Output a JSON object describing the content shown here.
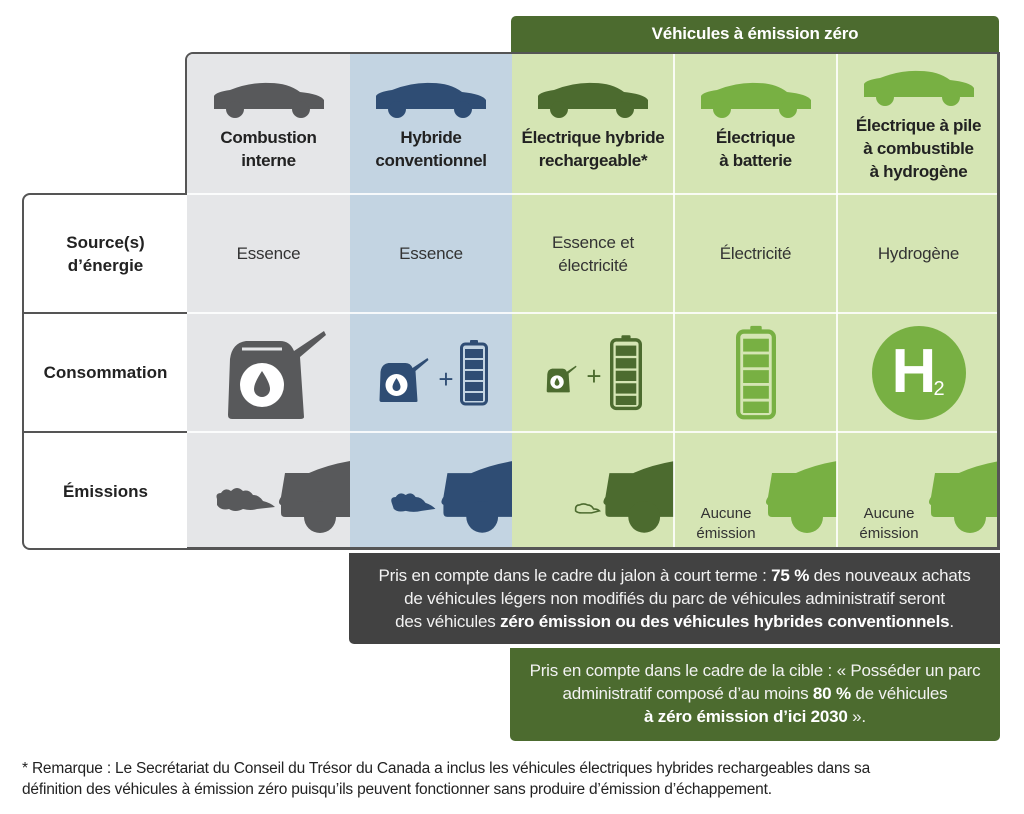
{
  "zev_group_header": "Véhicules à émission zéro",
  "row_labels": {
    "energy": "Source(s)\nd’énergie",
    "consumption": "Consommation",
    "emissions": "Émissions"
  },
  "columns": [
    {
      "title_line1": "Combustion",
      "title_line2": "interne",
      "title_line3": "",
      "energy_line1": "Essence",
      "energy_line2": "",
      "consumption_icons": [
        "fuel-can-icon"
      ],
      "emission_icon": "smoke-cloud-icon",
      "emission_text_line1": "",
      "emission_text_line2": "",
      "bg_color": "#e5e6e8",
      "icon_color": "#58595b"
    },
    {
      "title_line1": "Hybride",
      "title_line2": "conventionnel",
      "title_line3": "",
      "energy_line1": "Essence",
      "energy_line2": "",
      "consumption_icons": [
        "fuel-can-icon",
        "plus-icon",
        "battery-icon"
      ],
      "emission_icon": "smoke-cloud-icon",
      "emission_text_line1": "",
      "emission_text_line2": "",
      "bg_color": "#c3d4e2",
      "icon_color": "#2f4d74"
    },
    {
      "title_line1": "Électrique hybride",
      "title_line2": "rechargeable*",
      "title_line3": "",
      "energy_line1": "Essence et",
      "energy_line2": "électricité",
      "consumption_icons": [
        "fuel-can-icon",
        "plus-icon",
        "battery-icon"
      ],
      "emission_icon": "small-smoke-outline-icon",
      "emission_text_line1": "",
      "emission_text_line2": "",
      "bg_color": "#d5e5b4",
      "icon_color": "#4c6b2f"
    },
    {
      "title_line1": "Électrique",
      "title_line2": "à batterie",
      "title_line3": "",
      "energy_line1": "Électricité",
      "energy_line2": "",
      "consumption_icons": [
        "battery-icon"
      ],
      "emission_icon": "none",
      "emission_text_line1": "Aucune",
      "emission_text_line2": "émission",
      "bg_color": "#d5e5b4",
      "icon_color": "#78b043"
    },
    {
      "title_line1": "Électrique à pile",
      "title_line2": "à combustible",
      "title_line3": "à hydrogène",
      "energy_line1": "Hydrogène",
      "energy_line2": "",
      "consumption_icons": [
        "hydrogen-h2-icon"
      ],
      "emission_icon": "none",
      "emission_text_line1": "Aucune",
      "emission_text_line2": "émission",
      "bg_color": "#d5e5b4",
      "icon_color": "#78b043"
    }
  ],
  "h2_label": {
    "main": "H",
    "sub": "2"
  },
  "plus_sign": "+",
  "note_short_term": {
    "l1_pre": "Pris en compte dans le cadre du jalon à court terme : ",
    "l1_bold": "75 %",
    "l1_post": " des nouveaux achats",
    "l2": "de véhicules légers non modifiés du parc de véhicules administratif seront",
    "l3_pre": "des véhicules ",
    "l3_bold": "zéro émission ou des véhicules hybrides conventionnels",
    "l3_post": "."
  },
  "note_target": {
    "l1": "Pris en compte dans le cadre de la cible : « Posséder un parc",
    "l2_pre": "administratif composé d’au moins ",
    "l2_bold": "80 %",
    "l2_post": " de véhicules",
    "l3_bold": "à zéro émission d’ici 2030",
    "l3_post": " »."
  },
  "footnote": {
    "l1": "* Remarque : Le Secrétariat du Conseil du Trésor du Canada a inclus les véhicules électriques hybrides rechargeables dans sa",
    "l2": "définition des véhicules à émission zéro puisqu’ils peuvent fonctionner sans produire d’émission d’échappement."
  },
  "colors": {
    "zev_green_dark": "#4c6b2f",
    "zev_green_light": "#78b043",
    "note_dark": "#424242",
    "grey": "#58595b",
    "navy": "#2f4d74"
  }
}
